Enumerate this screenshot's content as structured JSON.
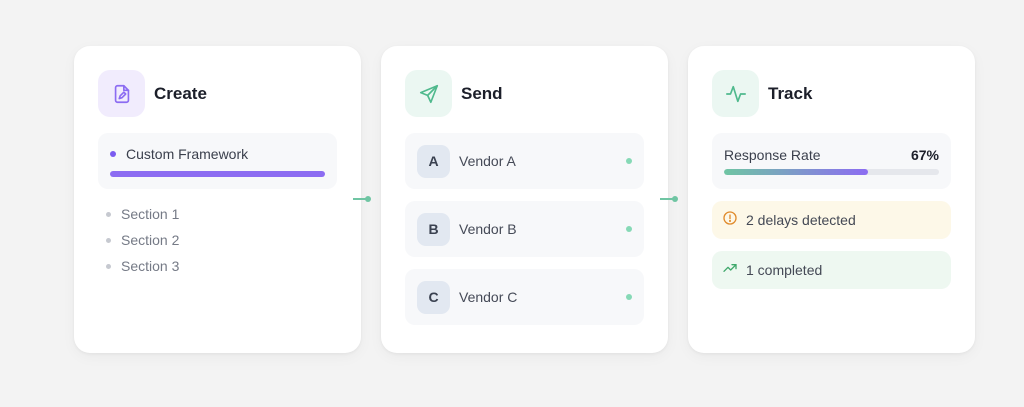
{
  "create": {
    "title": "Create",
    "icon": "document-edit-icon",
    "framework_label": "Custom Framework",
    "sections": [
      "Section 1",
      "Section 2",
      "Section 3"
    ]
  },
  "send": {
    "title": "Send",
    "icon": "paper-plane-icon",
    "vendors": [
      {
        "initial": "A",
        "name": "Vendor A"
      },
      {
        "initial": "B",
        "name": "Vendor B"
      },
      {
        "initial": "C",
        "name": "Vendor C"
      }
    ]
  },
  "track": {
    "title": "Track",
    "icon": "activity-pulse-icon",
    "response_label": "Response Rate",
    "response_value": "67%",
    "response_fraction": 0.67,
    "delays_text": "2 delays detected",
    "delays_icon": "alert-circle-icon",
    "completed_text": "1 completed",
    "completed_icon": "trending-up-icon"
  },
  "colors": {
    "accent_purple": "#8c6cf2",
    "accent_green": "#6fc5a3",
    "warning": "#e08a2b",
    "success": "#3fa86b"
  }
}
